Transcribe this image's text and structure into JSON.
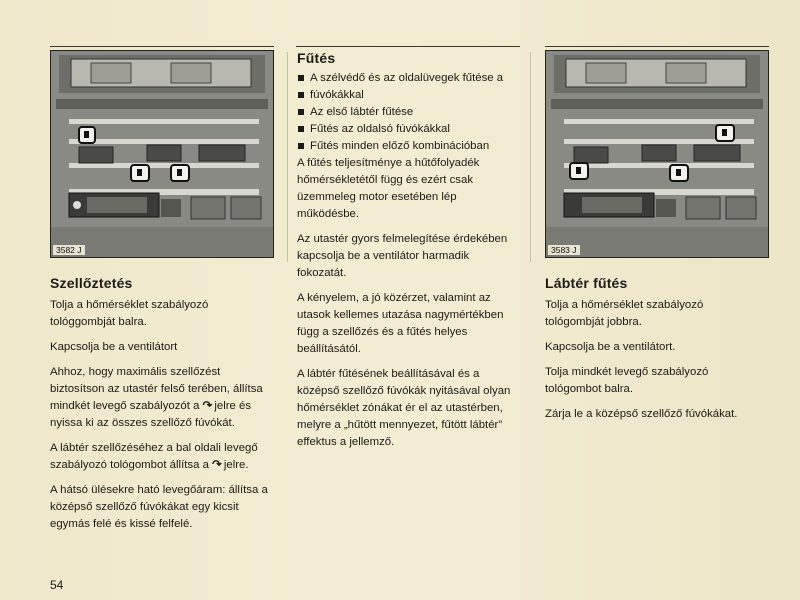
{
  "page_number": "54",
  "left": {
    "image_label": "3582 J",
    "heading": "Szellőztetés",
    "paragraphs": [
      [
        "Tolja a hőmérséklet szabályozó",
        "tológgombját balra."
      ],
      [
        "Kapcsolja be a ventilátort"
      ],
      [
        "Ahhoz, hogy maximális szellőzést",
        "biztosítson az utastér felső terében, állítsa",
        "mindkét levegő szabályozót a",
        "nyissa ki az összes szellőző fúvókát."
      ],
      [
        "A lábtér szellőzéséhez a bal oldali levegő",
        "szabályozó tológombot állítsa a",
        "jelre."
      ],
      [
        "A hátsó ülésekre ható levegőáram: állítsa a",
        "középső szellőző fúvókákat egy kicsit",
        "egymás felé és kissé felfelé."
      ]
    ],
    "inline_tail_3": "jelre és",
    "fan_icon": "ventilation-fan-symbol"
  },
  "middle": {
    "heading": "Fűtés",
    "bullets": [
      "A szélvédő és az oldalüvegek fűtése a",
      "fúvókákkal",
      "Az első lábtér fűtése",
      "Fűtés az oldalsó fúvókákkal",
      "Fűtés minden előző kombinációban"
    ],
    "paragraphs": [
      [
        "A fűtés teljesítménye a hűtőfolyadék",
        "hőmérsékletétől függ és ezért csak",
        "üzemmeleg motor esetében lép",
        "működésbe."
      ],
      [
        "Az utastér gyors felmelegítése érdekében",
        "kapcsolja be a ventilátor harmadik",
        "fokozatát."
      ],
      [
        "A kényelem, a jó közérzet, valamint az",
        "utasok kellemes utazása nagymértékben",
        "függ a szellőzés és a fűtés helyes",
        "beállításától."
      ],
      [
        "A lábtér fűtésének beállításával és a",
        "középső szellőző fúvókák nyitásával olyan",
        "hőmérséklet zónákat ér el az utastérben,",
        "melyre a „hűtött mennyezet, fűtött lábtér”",
        "effektus a jellemző."
      ]
    ]
  },
  "right": {
    "image_label": "3583 J",
    "heading": "Lábtér fűtés",
    "paragraphs": [
      [
        "Tolja a hőmérséklet szabályozó",
        "tológombját jobbra."
      ],
      [
        "Kapcsolja be a ventilátort."
      ],
      [
        "Tolja mindkét levegő szabályozó",
        "tológombot balra."
      ],
      [
        "Zárja le a középső szellőző fúvókákat."
      ]
    ]
  },
  "colors": {
    "paper": "#f1ebd0",
    "text": "#1c1b18",
    "photo": "#8d8d86"
  }
}
